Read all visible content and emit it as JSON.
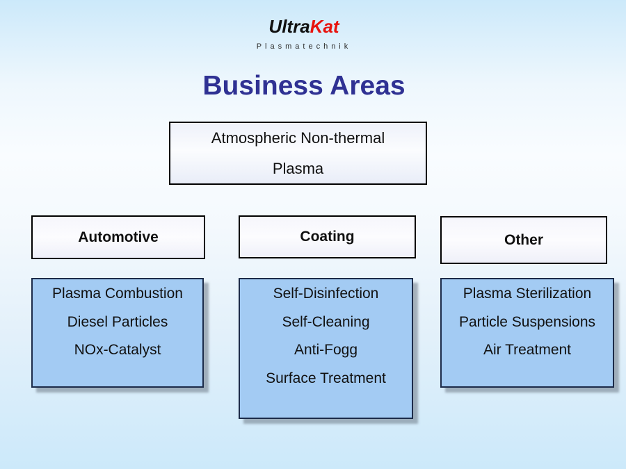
{
  "logo": {
    "brand_black": "Ultra",
    "brand_red": "Kat",
    "subtitle": "Plasmatechnik"
  },
  "title": "Business Areas",
  "root_box": {
    "line1": "Atmospheric Non-thermal",
    "line2": "Plasma"
  },
  "columns": [
    {
      "header": "Automotive",
      "items": [
        "Plasma Combustion",
        "Diesel Particles",
        "NOx-Catalyst"
      ]
    },
    {
      "header": "Coating",
      "items": [
        "Self-Disinfection",
        "Self-Cleaning",
        "Anti-Fogg",
        "Surface Treatment"
      ]
    },
    {
      "header": "Other",
      "items": [
        "Plasma Sterilization",
        "Particle Suspensions",
        "Air Treatment"
      ]
    }
  ],
  "colors": {
    "title_navy": "#2f3193",
    "brand_text_black": "#111111",
    "brand_red": "#e8130d",
    "item_box_blue": "#a3cbf3",
    "box_border_black": "#000000",
    "item_box_border_navy": "#1c2b49",
    "shadow_gray": "#a9b3bc",
    "background_blue": "#cce9fa",
    "background_center_white": "#f9fcff",
    "body_text_black": "#111111"
  }
}
